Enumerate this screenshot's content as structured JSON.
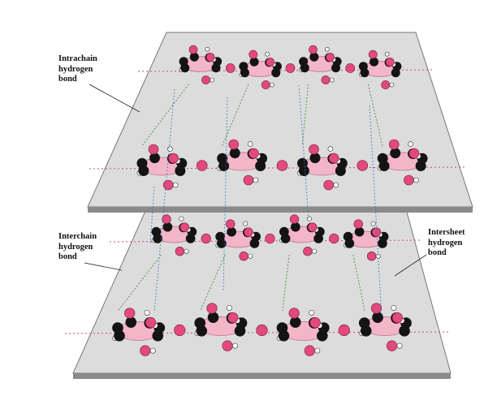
{
  "labels": {
    "intrachain": [
      "Intrachain",
      "hydrogen",
      "bond"
    ],
    "interchain": [
      "Interchain",
      "hydrogen",
      "bond"
    ],
    "intersheet": [
      "Intersheet",
      "hydrogen",
      "bond"
    ]
  },
  "colors": {
    "sheet_fill": "#dcdcdc",
    "sheet_edge": "#777777",
    "oxygen": "#e2497c",
    "carbon": "#141414",
    "hydrogen": "#ffffff",
    "ring": "#f2b6c8",
    "hbond_intra": "#d4477a",
    "hbond_inter": "#4a9a4a",
    "hbond_sheet": "#3b74c9"
  },
  "icons": [
    "oxygen-atom-sphere",
    "carbon-atom-sphere",
    "hydrogen-atom-sphere"
  ]
}
